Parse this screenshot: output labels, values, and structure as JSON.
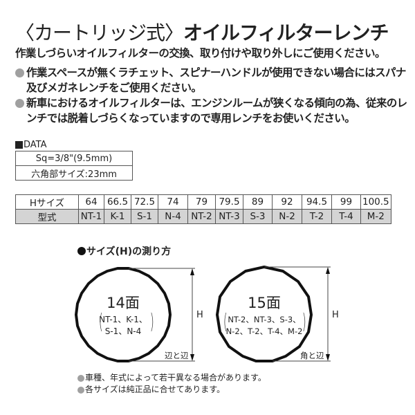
{
  "header": {
    "title_prefix": "〈カートリッジ式〉",
    "title_main": "オイルフィルターレンチ",
    "subtitle": "作業しづらいオイルフィルターの交換、取り付けや取り外しにご使用ください。"
  },
  "bullets": [
    "作業スペースが無くラチェット、スピナーハンドルが使用できない場合にはスパナ及びメガネレンチをご使用ください。",
    "新車におけるオイルフィルターは、エンジンルームが狭くなる傾向の為、従来のレンチでは脱着しづらくなっていますので専用レンチをお使いください。"
  ],
  "data_section": {
    "label": "DATA",
    "rows": [
      "Sq=3/8\"(9.5mm)",
      "六角部サイズ:23mm"
    ]
  },
  "size_table": {
    "row_headers": [
      "Hサイズ",
      "型式"
    ],
    "h_sizes": [
      "64",
      "66.5",
      "72.5",
      "74",
      "79",
      "79.5",
      "89",
      "92",
      "94.5",
      "99",
      "100.5"
    ],
    "models": [
      "NT-1",
      "K-1",
      "S-1",
      "N-4",
      "NT-2",
      "NT-3",
      "S-3",
      "N-2",
      "T-2",
      "T-4",
      "M-2"
    ]
  },
  "diagram": {
    "title": "サイズ(H)の測り方",
    "left": {
      "faces": "14面",
      "models_line1": "NT-1、K-1、",
      "models_line2": "S-1、N-4",
      "dimension_label": "H",
      "measure_note": "辺と辺"
    },
    "right": {
      "faces": "15面",
      "models_line1": "NT-2、NT-3、S-3、",
      "models_line2": "N-2、T-2、T-4、M-2",
      "dimension_label": "H",
      "measure_note": "角と辺"
    }
  },
  "footnotes": [
    "車種、年式によって若干異なる場合があります。",
    "各サイズは純正品に合せてあります。"
  ],
  "colors": {
    "text": "#222222",
    "bullet_gray": "#a0a0a0",
    "table_shade": "#d4d4d4",
    "border": "#555555"
  }
}
